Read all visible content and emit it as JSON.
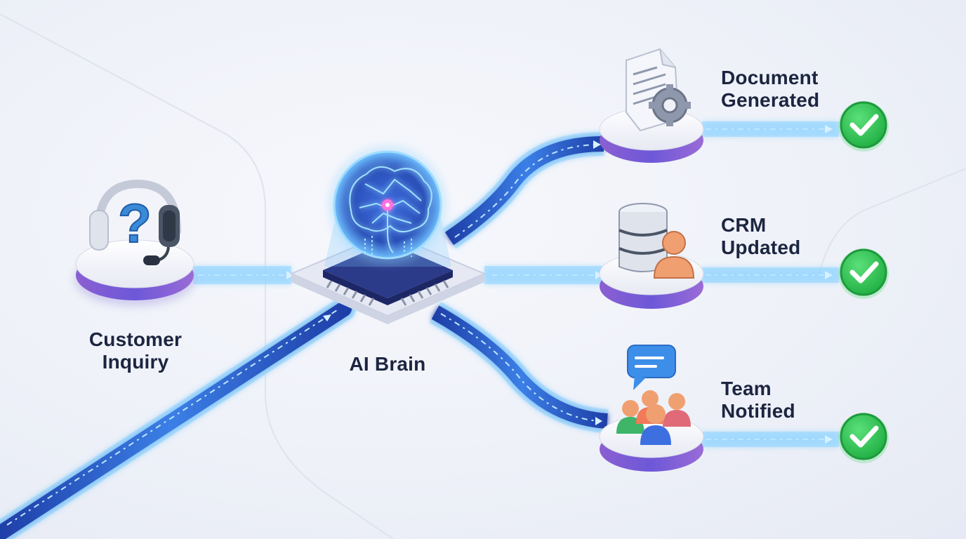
{
  "source": {
    "label_line1": "Customer",
    "label_line2": "Inquiry",
    "icon": "headset-question-icon"
  },
  "hub": {
    "label": "AI Brain",
    "icon": "brain-chip-icon"
  },
  "outputs": [
    {
      "label_line1": "Document",
      "label_line2": "Generated",
      "icon": "document-gear-icon",
      "status_icon": "check-icon"
    },
    {
      "label_line1": "CRM",
      "label_line2": "Updated",
      "icon": "database-user-icon",
      "status_icon": "check-icon"
    },
    {
      "label_line1": "Team",
      "label_line2": "Notified",
      "icon": "team-chat-icon",
      "status_icon": "check-icon"
    }
  ],
  "colors": {
    "flow": "#3aa6ff",
    "flow_glow": "#8fd3ff",
    "pedestal_purple": "#7b5bd6",
    "check_green": "#2ecc55",
    "text": "#1c2540"
  }
}
